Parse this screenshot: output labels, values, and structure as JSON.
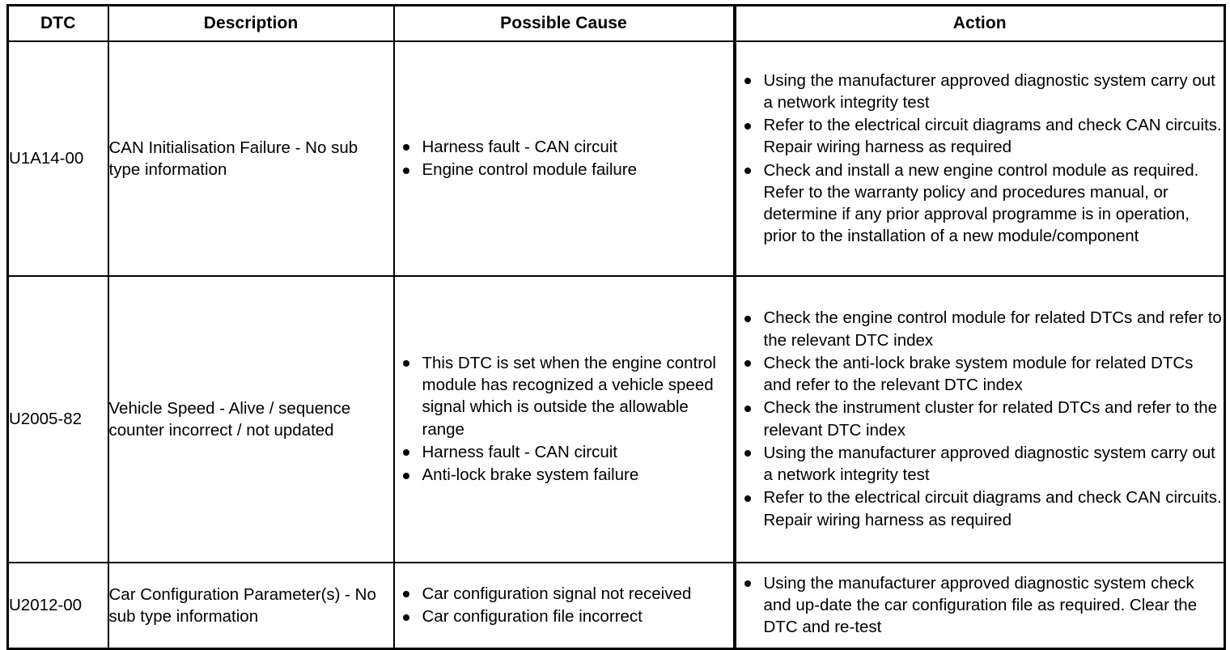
{
  "table": {
    "columns": [
      {
        "key": "dtc",
        "label": "DTC"
      },
      {
        "key": "description",
        "label": "Description"
      },
      {
        "key": "possible_cause",
        "label": "Possible Cause"
      },
      {
        "key": "action",
        "label": "Action"
      }
    ],
    "rows": [
      {
        "dtc": "U1A14-00",
        "description": "CAN Initialisation Failure - No sub type information",
        "possible_cause": [
          "Harness fault - CAN circuit",
          "Engine control module failure"
        ],
        "action": [
          "Using the manufacturer approved diagnostic system carry out a network integrity test",
          "Refer to the electrical circuit diagrams and check CAN circuits. Repair wiring harness as required",
          "Check and install a new engine control module as required. Refer to the warranty policy and procedures manual, or determine if any prior approval programme is in operation, prior to the installation of a new module/component"
        ]
      },
      {
        "dtc": "U2005-82",
        "description": "Vehicle Speed - Alive / sequence counter incorrect / not updated",
        "possible_cause": [
          "This DTC is set when the engine control module has recognized a vehicle speed signal which is outside the allowable range",
          "Harness fault - CAN circuit",
          "Anti-lock brake system failure"
        ],
        "action": [
          "Check the engine control module for related DTCs and refer to the relevant DTC index",
          "Check the anti-lock brake system module for related DTCs and refer to the relevant DTC index",
          "Check the instrument cluster for related DTCs and refer to the relevant DTC index",
          "Using the manufacturer approved diagnostic system carry out a network integrity test",
          "Refer to the electrical circuit diagrams and check CAN circuits. Repair wiring harness as required"
        ]
      },
      {
        "dtc": "U2012-00",
        "description": "Car Configuration Parameter(s) - No sub type information",
        "possible_cause": [
          "Car configuration signal not received",
          "Car configuration file incorrect"
        ],
        "action": [
          "Using the manufacturer approved diagnostic system check and up-date the car configuration file as required. Clear the DTC and re-test"
        ]
      }
    ]
  },
  "colors": {
    "text": "#000000",
    "background": "#ffffff",
    "border": "#000000"
  }
}
